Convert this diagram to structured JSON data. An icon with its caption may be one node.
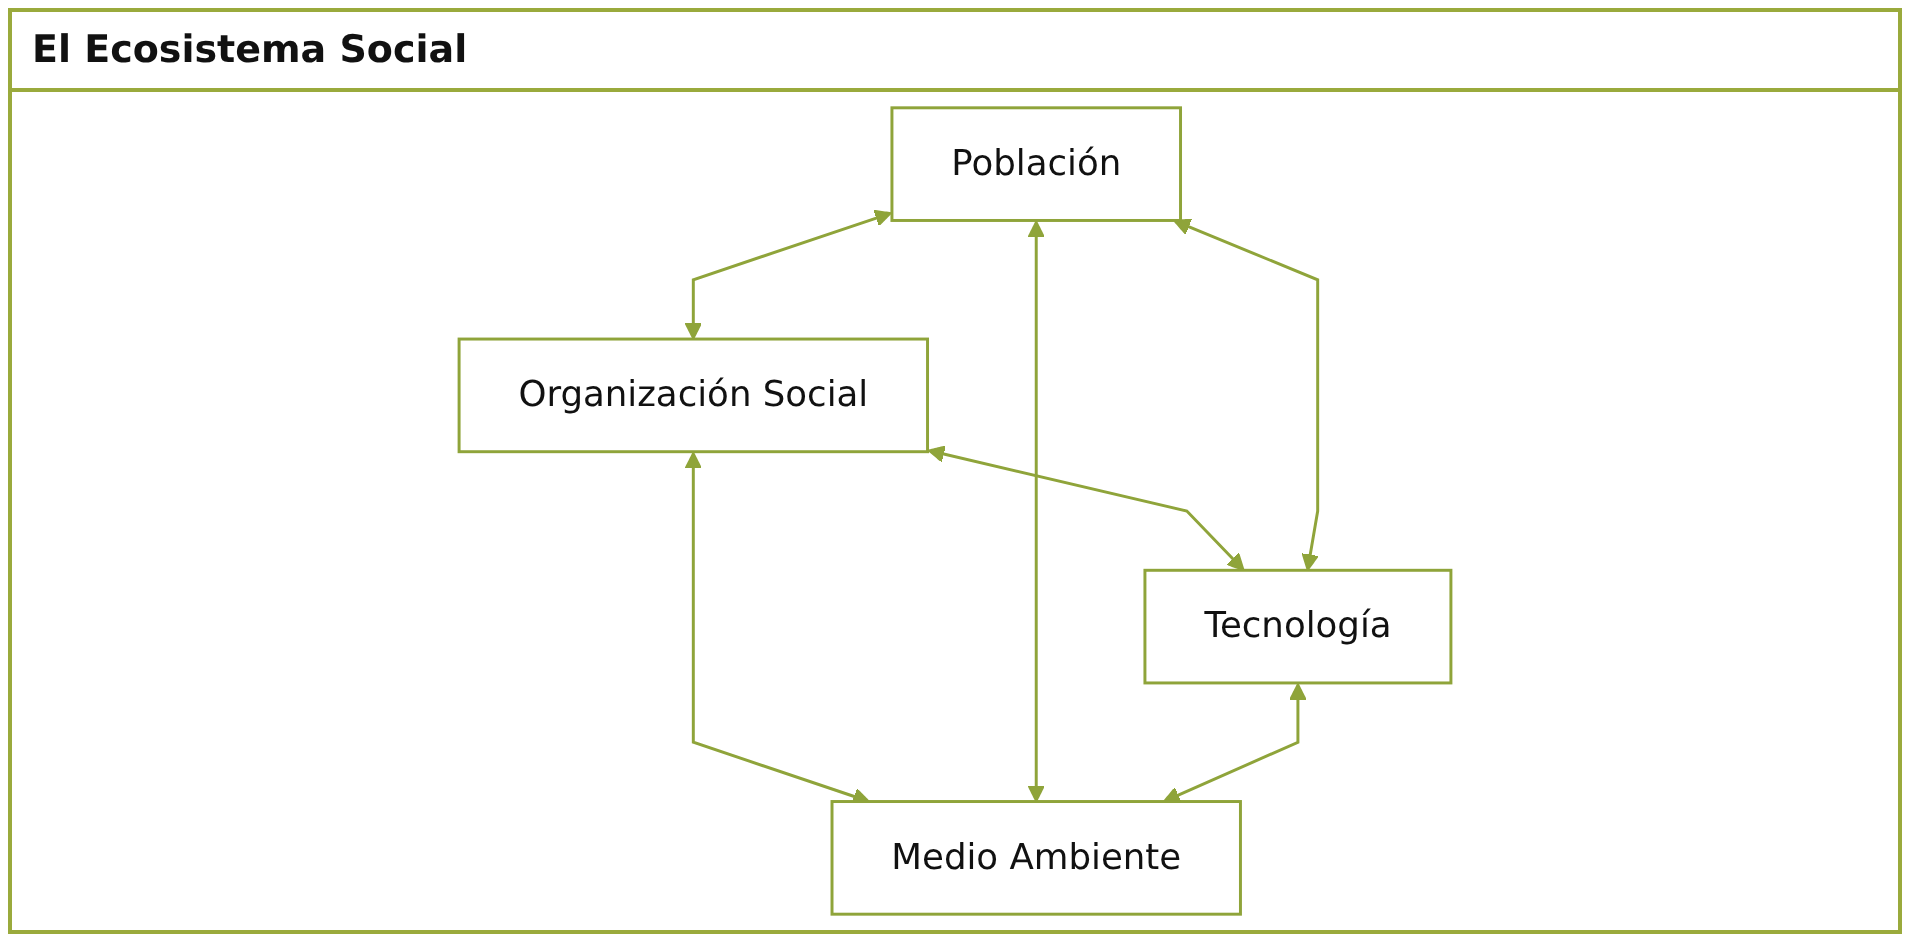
{
  "diagram": {
    "title": "El Ecosistema Social",
    "nodes": [
      {
        "text": [
          "Organización Social"
        ]
      },
      {
        "text": [
          "Población"
        ]
      },
      {
        "text": [
          "Medio Ambiente"
        ]
      },
      {
        "text": [
          "Tecnología"
        ]
      }
    ],
    "edges": [
      {
        "from": 1,
        "to": 0,
        "arrow": "both"
      },
      {
        "from": 0,
        "to": 2,
        "arrow": "both"
      },
      {
        "from": 1,
        "to": 2,
        "arrow": "both"
      },
      {
        "from": 0,
        "to": 3,
        "arrow": "both"
      },
      {
        "from": 1,
        "to": 3,
        "arrow": "both"
      },
      {
        "from": 3,
        "to": 2,
        "arrow": "both"
      }
    ]
  }
}
